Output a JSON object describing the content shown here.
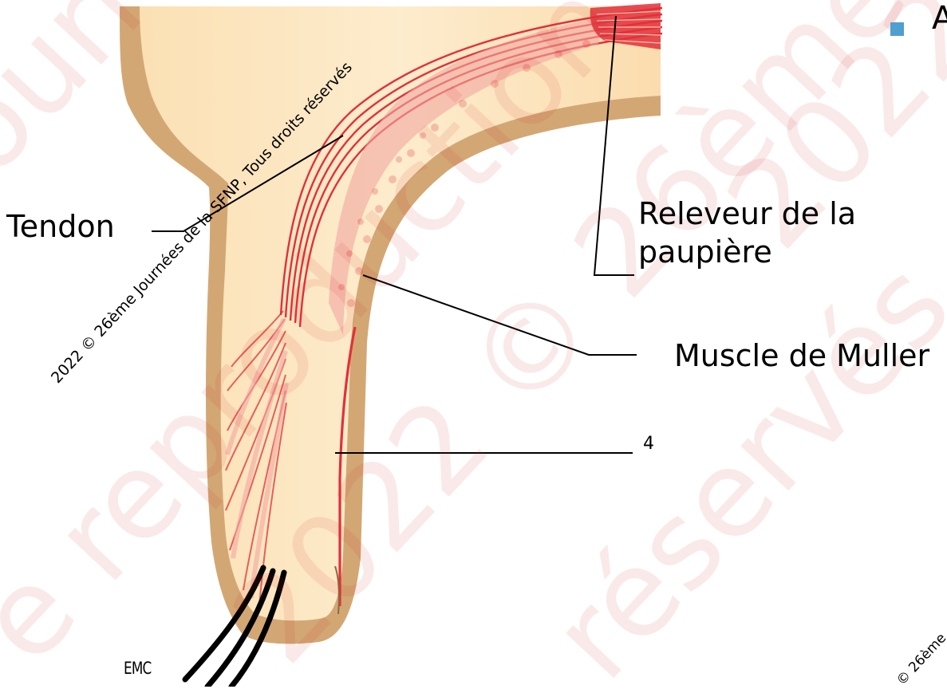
{
  "labels": {
    "tendon": "Tendon",
    "releveur_line1": "Releveur de la",
    "releveur_line2": "paupière",
    "muller": "Muscle de Muller",
    "four": "4",
    "emc": "EMC",
    "slide_bullet_text": "A"
  },
  "watermarks": {
    "diagonal_text": "2022 © 26ème Journées de la SFNP, Tous droits réservés",
    "corner_text": "© 26ème",
    "background_lines": [
      "Journées",
      "e reproduction",
      "2022 © 26ème",
      "réservés",
      "2022 ©"
    ]
  },
  "colors": {
    "tissue_outer": "#d3a774",
    "tissue_inner": "#fde4ba",
    "muscle_red": "#e2303a",
    "muscle_light": "#f2a6a0",
    "bullet": "#4f9fd0",
    "watermark_red": "#d22828"
  }
}
